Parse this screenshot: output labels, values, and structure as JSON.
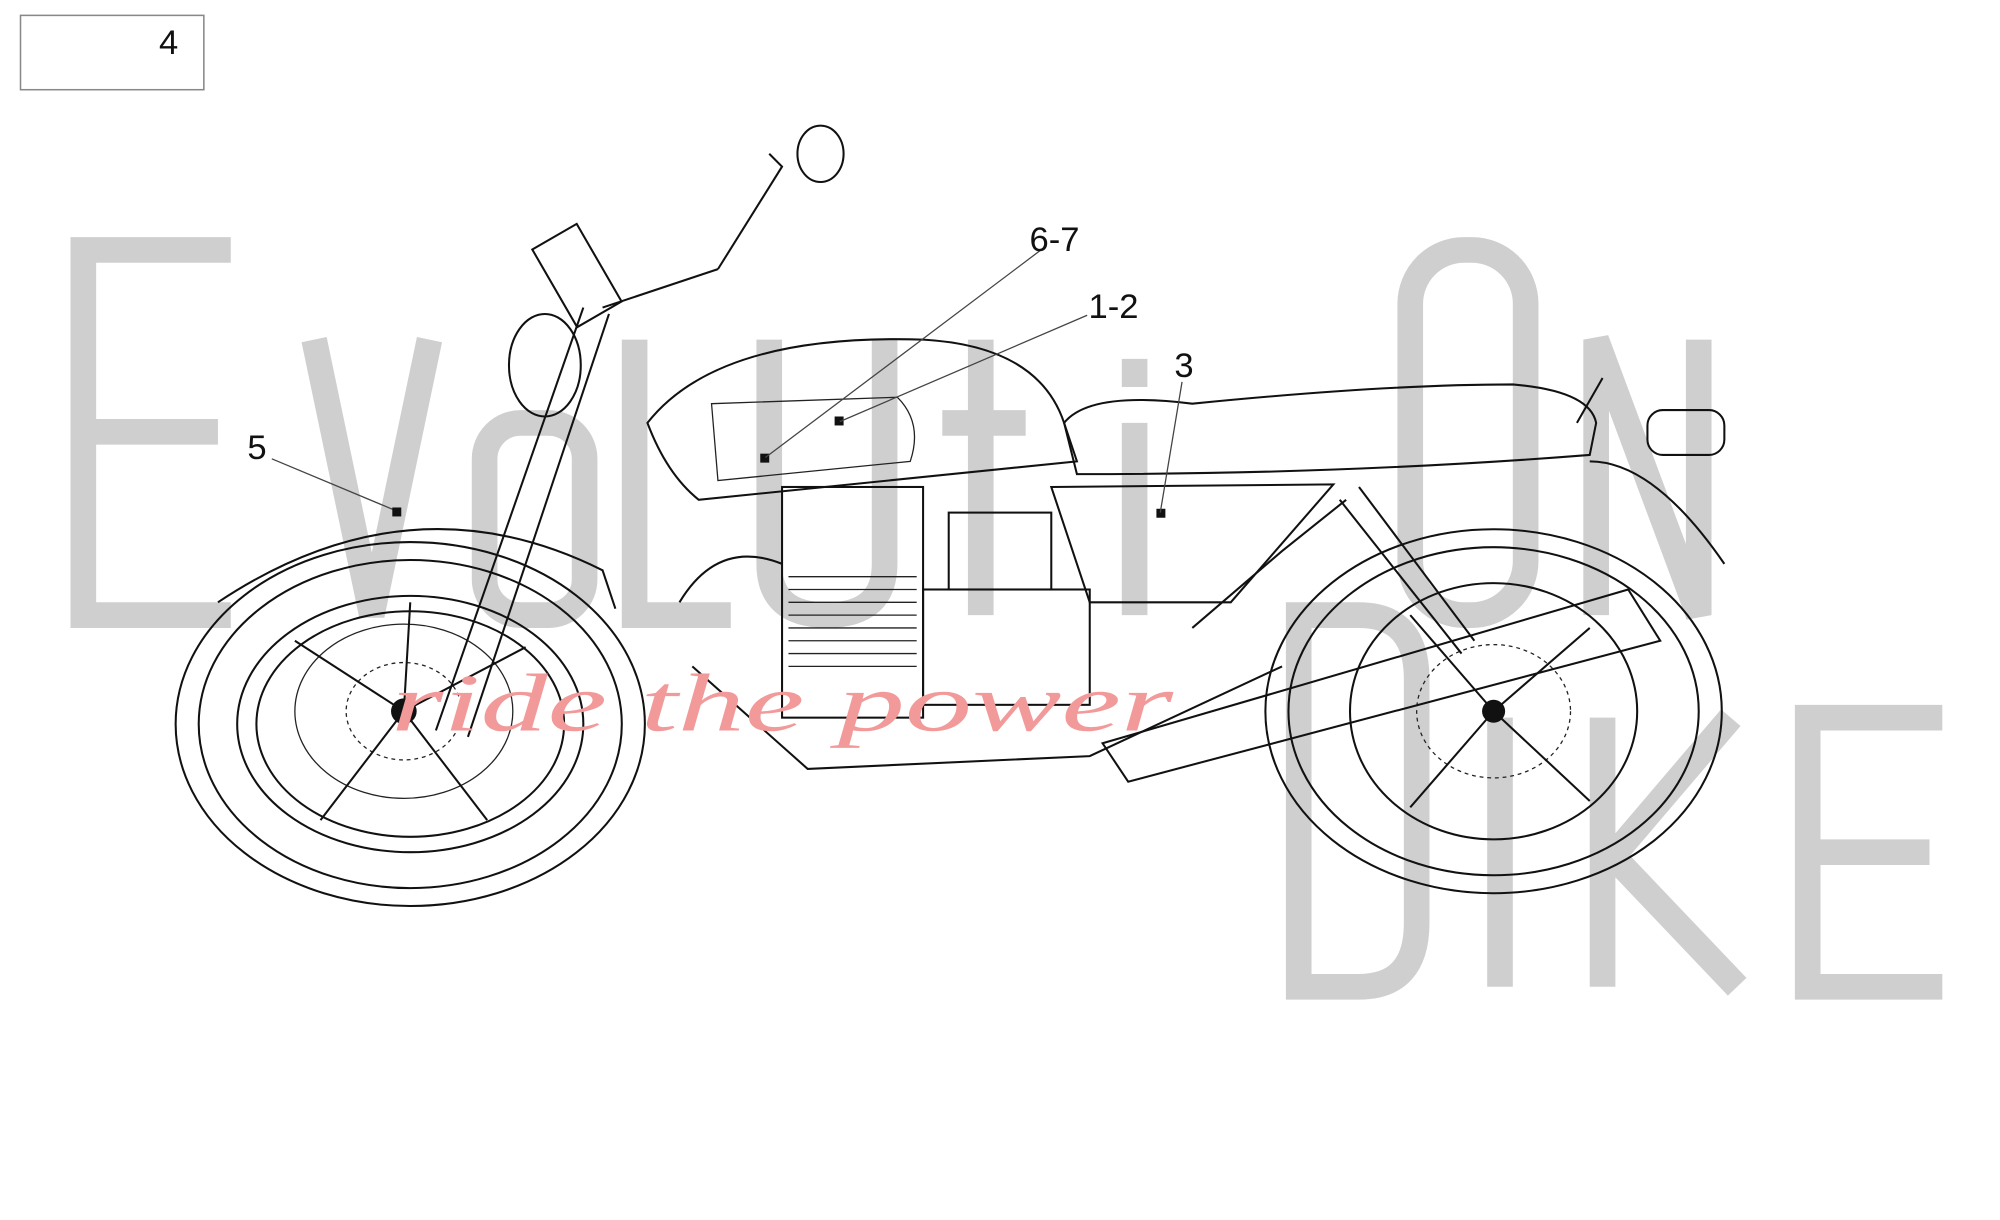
{
  "page_label": "4",
  "watermark": {
    "line1": [
      "E",
      "V",
      "o",
      "L",
      "U",
      "t",
      "i",
      "O",
      "N"
    ],
    "line2": [
      "b",
      "I",
      "K",
      "E"
    ],
    "tagline": "ride the power",
    "color": "#cfcfcf",
    "tagline_color": "#f29a9a"
  },
  "callouts": [
    {
      "label": "6-7"
    },
    {
      "label": "1-2"
    },
    {
      "label": "3"
    },
    {
      "label": "5"
    }
  ]
}
